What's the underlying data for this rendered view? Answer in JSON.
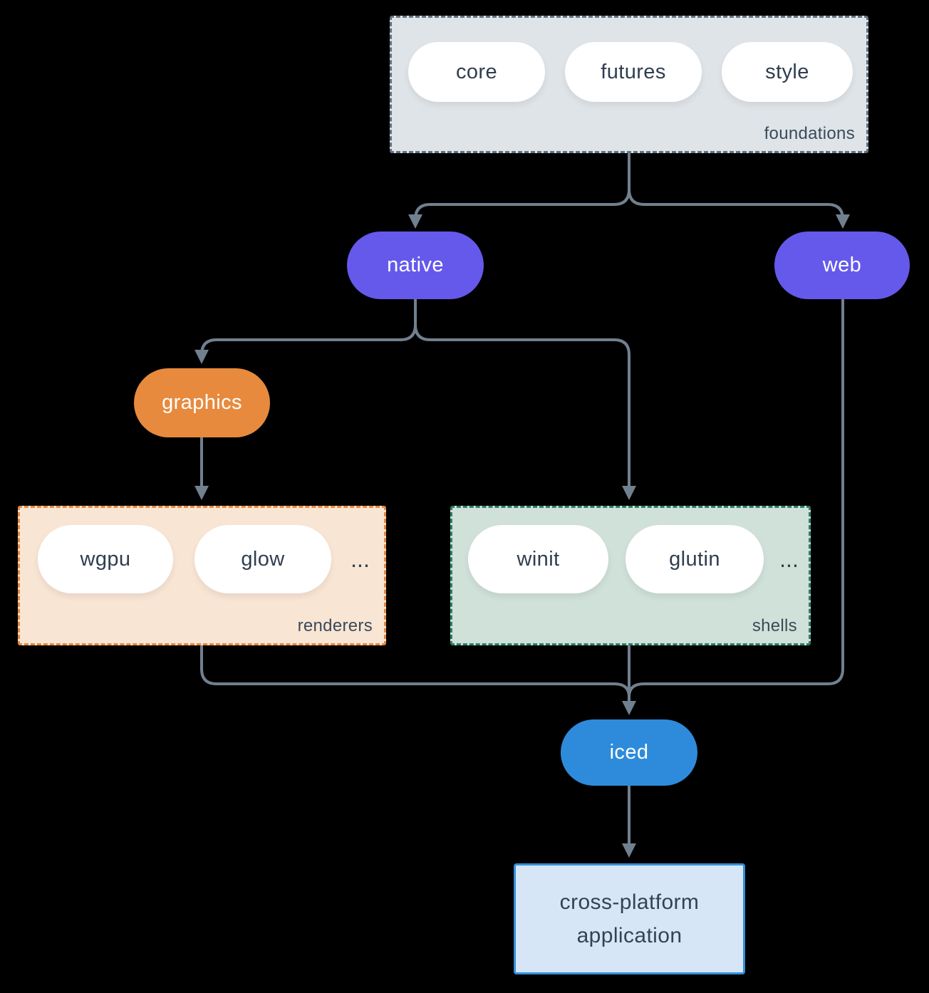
{
  "canvas": {
    "background": "#000000",
    "arrow_color": "#71808f"
  },
  "foundations": {
    "label": "foundations",
    "pills": [
      "core",
      "futures",
      "style"
    ],
    "fill": "#dfe4e8",
    "border_color": "#64717f",
    "label_color": "#3b4a59"
  },
  "nodes": {
    "native": {
      "label": "native",
      "fill": "#6559ec",
      "text_color": "#ffffff"
    },
    "web": {
      "label": "web",
      "fill": "#6559ec",
      "text_color": "#ffffff"
    },
    "graphics": {
      "label": "graphics",
      "fill": "#e78a3e",
      "text_color": "#ffffff"
    },
    "iced": {
      "label": "iced",
      "fill": "#2e8bdb",
      "text_color": "#ffffff"
    }
  },
  "renderers": {
    "label": "renderers",
    "pills": [
      "wgpu",
      "glow"
    ],
    "ellipsis": "...",
    "fill": "#f9e5d4",
    "border_color": "#e8863c",
    "label_color": "#3b4a59"
  },
  "shells": {
    "label": "shells",
    "pills": [
      "winit",
      "glutin"
    ],
    "ellipsis": "...",
    "fill": "#d0e1d9",
    "border_color": "#2e7d68",
    "label_color": "#3b4a59"
  },
  "app": {
    "line1": "cross-platform",
    "line2": "application",
    "fill": "#d7e6f7",
    "border_color": "#338fd9",
    "text_color": "#35434f"
  },
  "pill_text_color": "#2f3e4e"
}
